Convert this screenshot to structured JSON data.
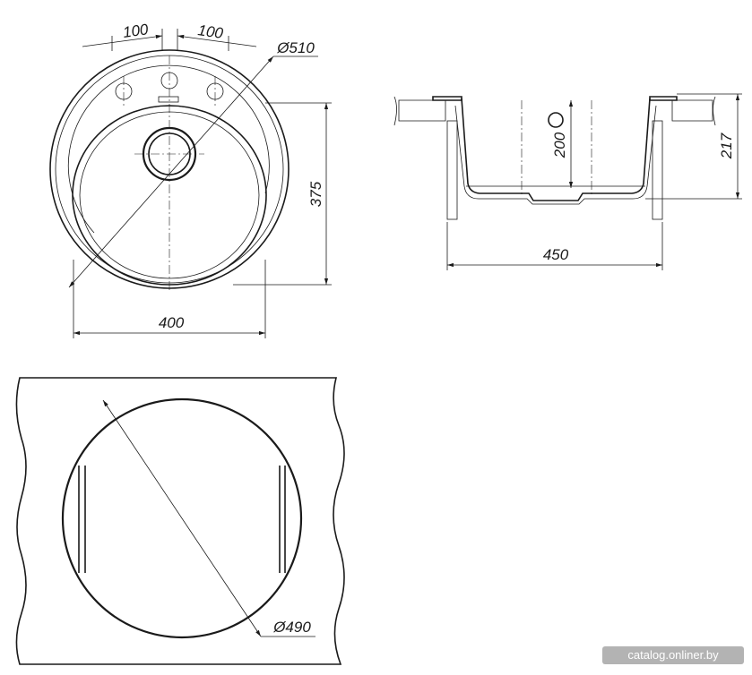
{
  "dimensions": {
    "hole_spacing_left": "100",
    "hole_spacing_right": "100",
    "outer_diameter": "Ø510",
    "depth_top_view": "375",
    "width_top_view": "400",
    "bowl_depth": "200",
    "total_height": "217",
    "side_width": "450",
    "cutout_diameter": "Ø490"
  },
  "watermark": "catalog.onliner.by",
  "colors": {
    "line": "#1a1a1a",
    "background": "#ffffff",
    "watermark_bg": "#9a9a9a"
  }
}
